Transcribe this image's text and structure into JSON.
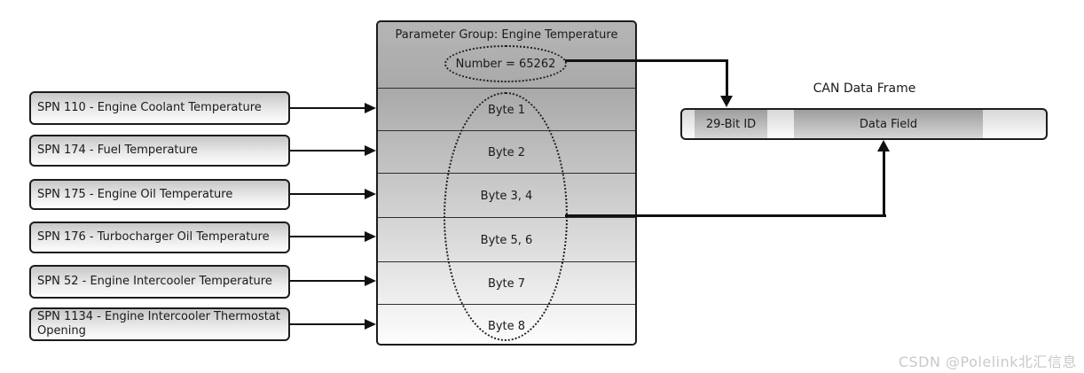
{
  "diagram": {
    "spn_boxes": [
      {
        "label": "SPN 110 - Engine Coolant Temperature"
      },
      {
        "label": "SPN 174 - Fuel Temperature"
      },
      {
        "label": "SPN 175 - Engine Oil Temperature"
      },
      {
        "label": "SPN 176 - Turbocharger Oil Temperature"
      },
      {
        "label": "SPN 52 - Engine Intercooler Temperature"
      },
      {
        "label": "SPN 1134 - Engine Intercooler Thermostat Opening"
      }
    ],
    "parameter_group": {
      "title": "Parameter Group: Engine Temperature",
      "number_label": "Number = 65262",
      "rows": [
        "Byte 1",
        "Byte 2",
        "Byte 3, 4",
        "Byte 5, 6",
        "Byte 7",
        "Byte 8"
      ]
    },
    "can_frame": {
      "title": "CAN Data Frame",
      "segments": [
        {
          "label": "29-Bit ID"
        },
        {
          "label": "Data Field"
        }
      ]
    },
    "watermark": "CSDN @Polelink北汇信息",
    "colors": {
      "line": "#111111",
      "box_border": "#1c1c1c",
      "watermark_text": "#c9c9c9"
    }
  }
}
